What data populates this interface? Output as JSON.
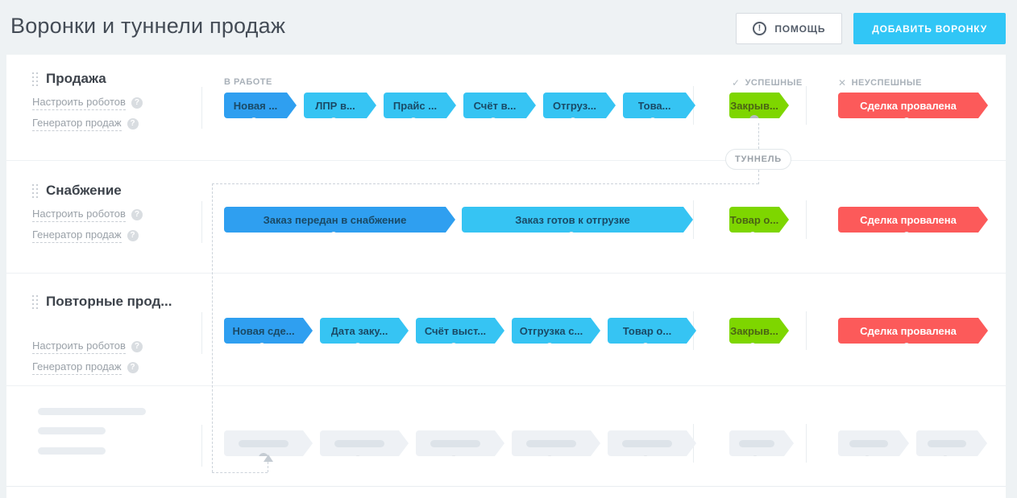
{
  "page": {
    "title": "Воронки и туннели продаж",
    "help_button": "ПОМОЩЬ",
    "add_button": "ДОБАВИТЬ ВОРОНКУ"
  },
  "column_headers": {
    "in_progress": "В РАБОТЕ",
    "success": "УСПЕШНЫЕ",
    "fail": "НЕУСПЕШНЫЕ"
  },
  "tunnel": {
    "label": "ТУННЕЛЬ"
  },
  "links": {
    "robots": "Настроить роботов",
    "generator": "Генератор продаж"
  },
  "icons": {
    "info": "!",
    "question": "?",
    "check": "✓",
    "cross": "✕"
  },
  "funnels": [
    {
      "name": "Продажа",
      "stages_work": [
        "Новая ...",
        "ЛПР в...",
        "Прайс ...",
        "Счёт в...",
        "Отгруз...",
        "Това..."
      ],
      "stage_success": "Закрыв...",
      "stage_fail": "Сделка провалена",
      "tunnel_source": true
    },
    {
      "name": "Снабжение",
      "stages_work": [
        "Заказ передан в снабжение",
        "Заказ готов к отгрузке"
      ],
      "stage_success": "Товар о...",
      "stage_fail": "Сделка провалена",
      "tunnel_source": false
    },
    {
      "name": "Повторные прод...",
      "stages_work": [
        "Новая сде...",
        "Дата заку...",
        "Счёт выст...",
        "Отгрузка с...",
        "Товар о..."
      ],
      "stage_success": "Закрыв...",
      "stage_fail": "Сделка провалена",
      "tunnel_source": false
    }
  ],
  "colors": {
    "accent": "#31c6f6",
    "page_background": "#eef2f4",
    "stage_first_blue": "#2f9ff0",
    "stage_blue": "#36c4f3",
    "stage_success_green": "#7ed600",
    "stage_fail_red": "#fc5a5a",
    "ghost_gray": "#eef1f5"
  }
}
